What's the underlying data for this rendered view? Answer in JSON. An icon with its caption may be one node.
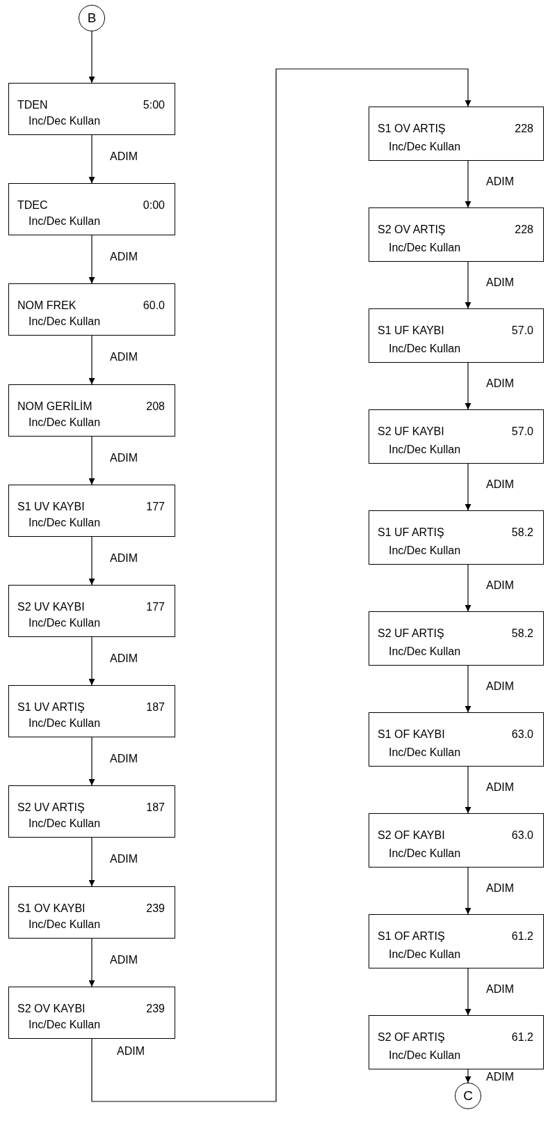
{
  "diagram": {
    "nodes": [
      {
        "text": [
          "B"
        ]
      },
      {
        "text": [
          "TDEN",
          "5:00",
          "Inc/Dec Kullan"
        ]
      },
      {
        "text": [
          "TDEC",
          "0:00",
          "Inc/Dec Kullan"
        ]
      },
      {
        "text": [
          "NOM FREK",
          "60.0",
          "Inc/Dec Kullan"
        ]
      },
      {
        "text": [
          "NOM GERİLİM",
          "208",
          "Inc/Dec Kullan"
        ]
      },
      {
        "text": [
          "S1 UV KAYBI",
          "177",
          "Inc/Dec Kullan"
        ]
      },
      {
        "text": [
          "S2 UV KAYBI",
          "177",
          "Inc/Dec Kullan"
        ]
      },
      {
        "text": [
          "S1 UV ARTIŞ",
          "187",
          "Inc/Dec Kullan"
        ]
      },
      {
        "text": [
          "S2 UV ARTIŞ",
          "187",
          "Inc/Dec Kullan"
        ]
      },
      {
        "text": [
          "S1 OV KAYBI",
          "239",
          "Inc/Dec Kullan"
        ]
      },
      {
        "text": [
          "S2 OV KAYBI",
          "239",
          "Inc/Dec Kullan"
        ]
      },
      {
        "text": [
          "S1 OV ARTIŞ",
          "228",
          "Inc/Dec Kullan"
        ]
      },
      {
        "text": [
          "S2 OV ARTIŞ",
          "228",
          "Inc/Dec Kullan"
        ]
      },
      {
        "text": [
          "S1 UF KAYBI",
          "57.0",
          "Inc/Dec Kullan"
        ]
      },
      {
        "text": [
          "S2 UF KAYBI",
          "57.0",
          "Inc/Dec Kullan"
        ]
      },
      {
        "text": [
          "S1 UF ARTIŞ",
          "58.2",
          "Inc/Dec Kullan"
        ]
      },
      {
        "text": [
          "S2 UF ARTIŞ",
          "58.2",
          "Inc/Dec Kullan"
        ]
      },
      {
        "text": [
          "S1 OF KAYBI",
          "63.0",
          "Inc/Dec Kullan"
        ]
      },
      {
        "text": [
          "S2 OF KAYBI",
          "63.0",
          "Inc/Dec Kullan"
        ]
      },
      {
        "text": [
          "S1 OF ARTIŞ",
          "61.2",
          "Inc/Dec Kullan"
        ]
      },
      {
        "text": [
          "S2 OF ARTIŞ",
          "61.2",
          "Inc/Dec Kullan"
        ]
      },
      {
        "text": [
          "C"
        ]
      }
    ],
    "edges": [
      {
        "from": 0,
        "to": 1,
        "arrow": "to"
      },
      {
        "from": 1,
        "to": 2,
        "arrow": "to",
        "label": "ADIM"
      },
      {
        "from": 2,
        "to": 3,
        "arrow": "to",
        "label": "ADIM"
      },
      {
        "from": 3,
        "to": 4,
        "arrow": "to",
        "label": "ADIM"
      },
      {
        "from": 4,
        "to": 5,
        "arrow": "to",
        "label": "ADIM"
      },
      {
        "from": 5,
        "to": 6,
        "arrow": "to",
        "label": "ADIM"
      },
      {
        "from": 6,
        "to": 7,
        "arrow": "to",
        "label": "ADIM"
      },
      {
        "from": 7,
        "to": 8,
        "arrow": "to",
        "label": "ADIM"
      },
      {
        "from": 8,
        "to": 9,
        "arrow": "to",
        "label": "ADIM"
      },
      {
        "from": 9,
        "to": 10,
        "arrow": "to",
        "label": "ADIM"
      },
      {
        "from": 10,
        "to": 11,
        "arrow": "to",
        "label": "ADIM"
      },
      {
        "from": 11,
        "to": 12,
        "arrow": "to",
        "label": "ADIM"
      },
      {
        "from": 12,
        "to": 13,
        "arrow": "to",
        "label": "ADIM"
      },
      {
        "from": 13,
        "to": 14,
        "arrow": "to",
        "label": "ADIM"
      },
      {
        "from": 14,
        "to": 15,
        "arrow": "to",
        "label": "ADIM"
      },
      {
        "from": 15,
        "to": 16,
        "arrow": "to",
        "label": "ADIM"
      },
      {
        "from": 16,
        "to": 17,
        "arrow": "to",
        "label": "ADIM"
      },
      {
        "from": 17,
        "to": 18,
        "arrow": "to",
        "label": "ADIM"
      },
      {
        "from": 18,
        "to": 19,
        "arrow": "to",
        "label": "ADIM"
      },
      {
        "from": 19,
        "to": 20,
        "arrow": "to",
        "label": "ADIM"
      },
      {
        "from": 20,
        "to": 21,
        "arrow": "to",
        "label": "ADIM"
      }
    ]
  }
}
